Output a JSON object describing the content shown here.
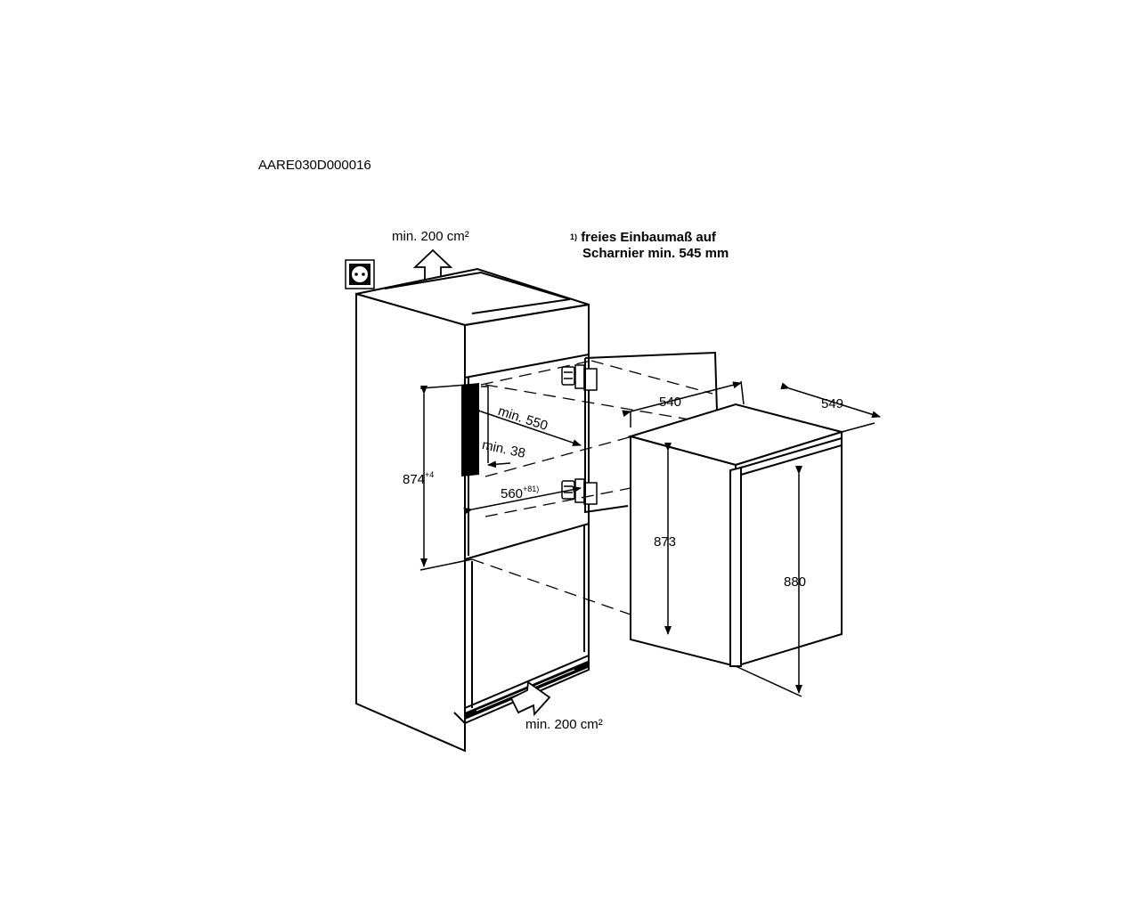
{
  "diagram": {
    "reference_code": "AARE030D000016",
    "vent_top": "min. 200 cm²",
    "vent_bottom": "min. 200 cm²",
    "footnote_marker": "1)",
    "footnote_line1": "freies Einbaumaß auf",
    "footnote_line2": "Scharnier min. 545 mm",
    "niche_depth": "min. 550",
    "niche_vent_gap": "min. 38",
    "niche_width": "560",
    "niche_width_tolerance": "+8",
    "niche_width_footnote": "1)",
    "niche_height": "874",
    "niche_height_tolerance": "+4",
    "appliance_depth": "540",
    "door_width": "549",
    "appliance_height": "873",
    "door_height": "880"
  }
}
